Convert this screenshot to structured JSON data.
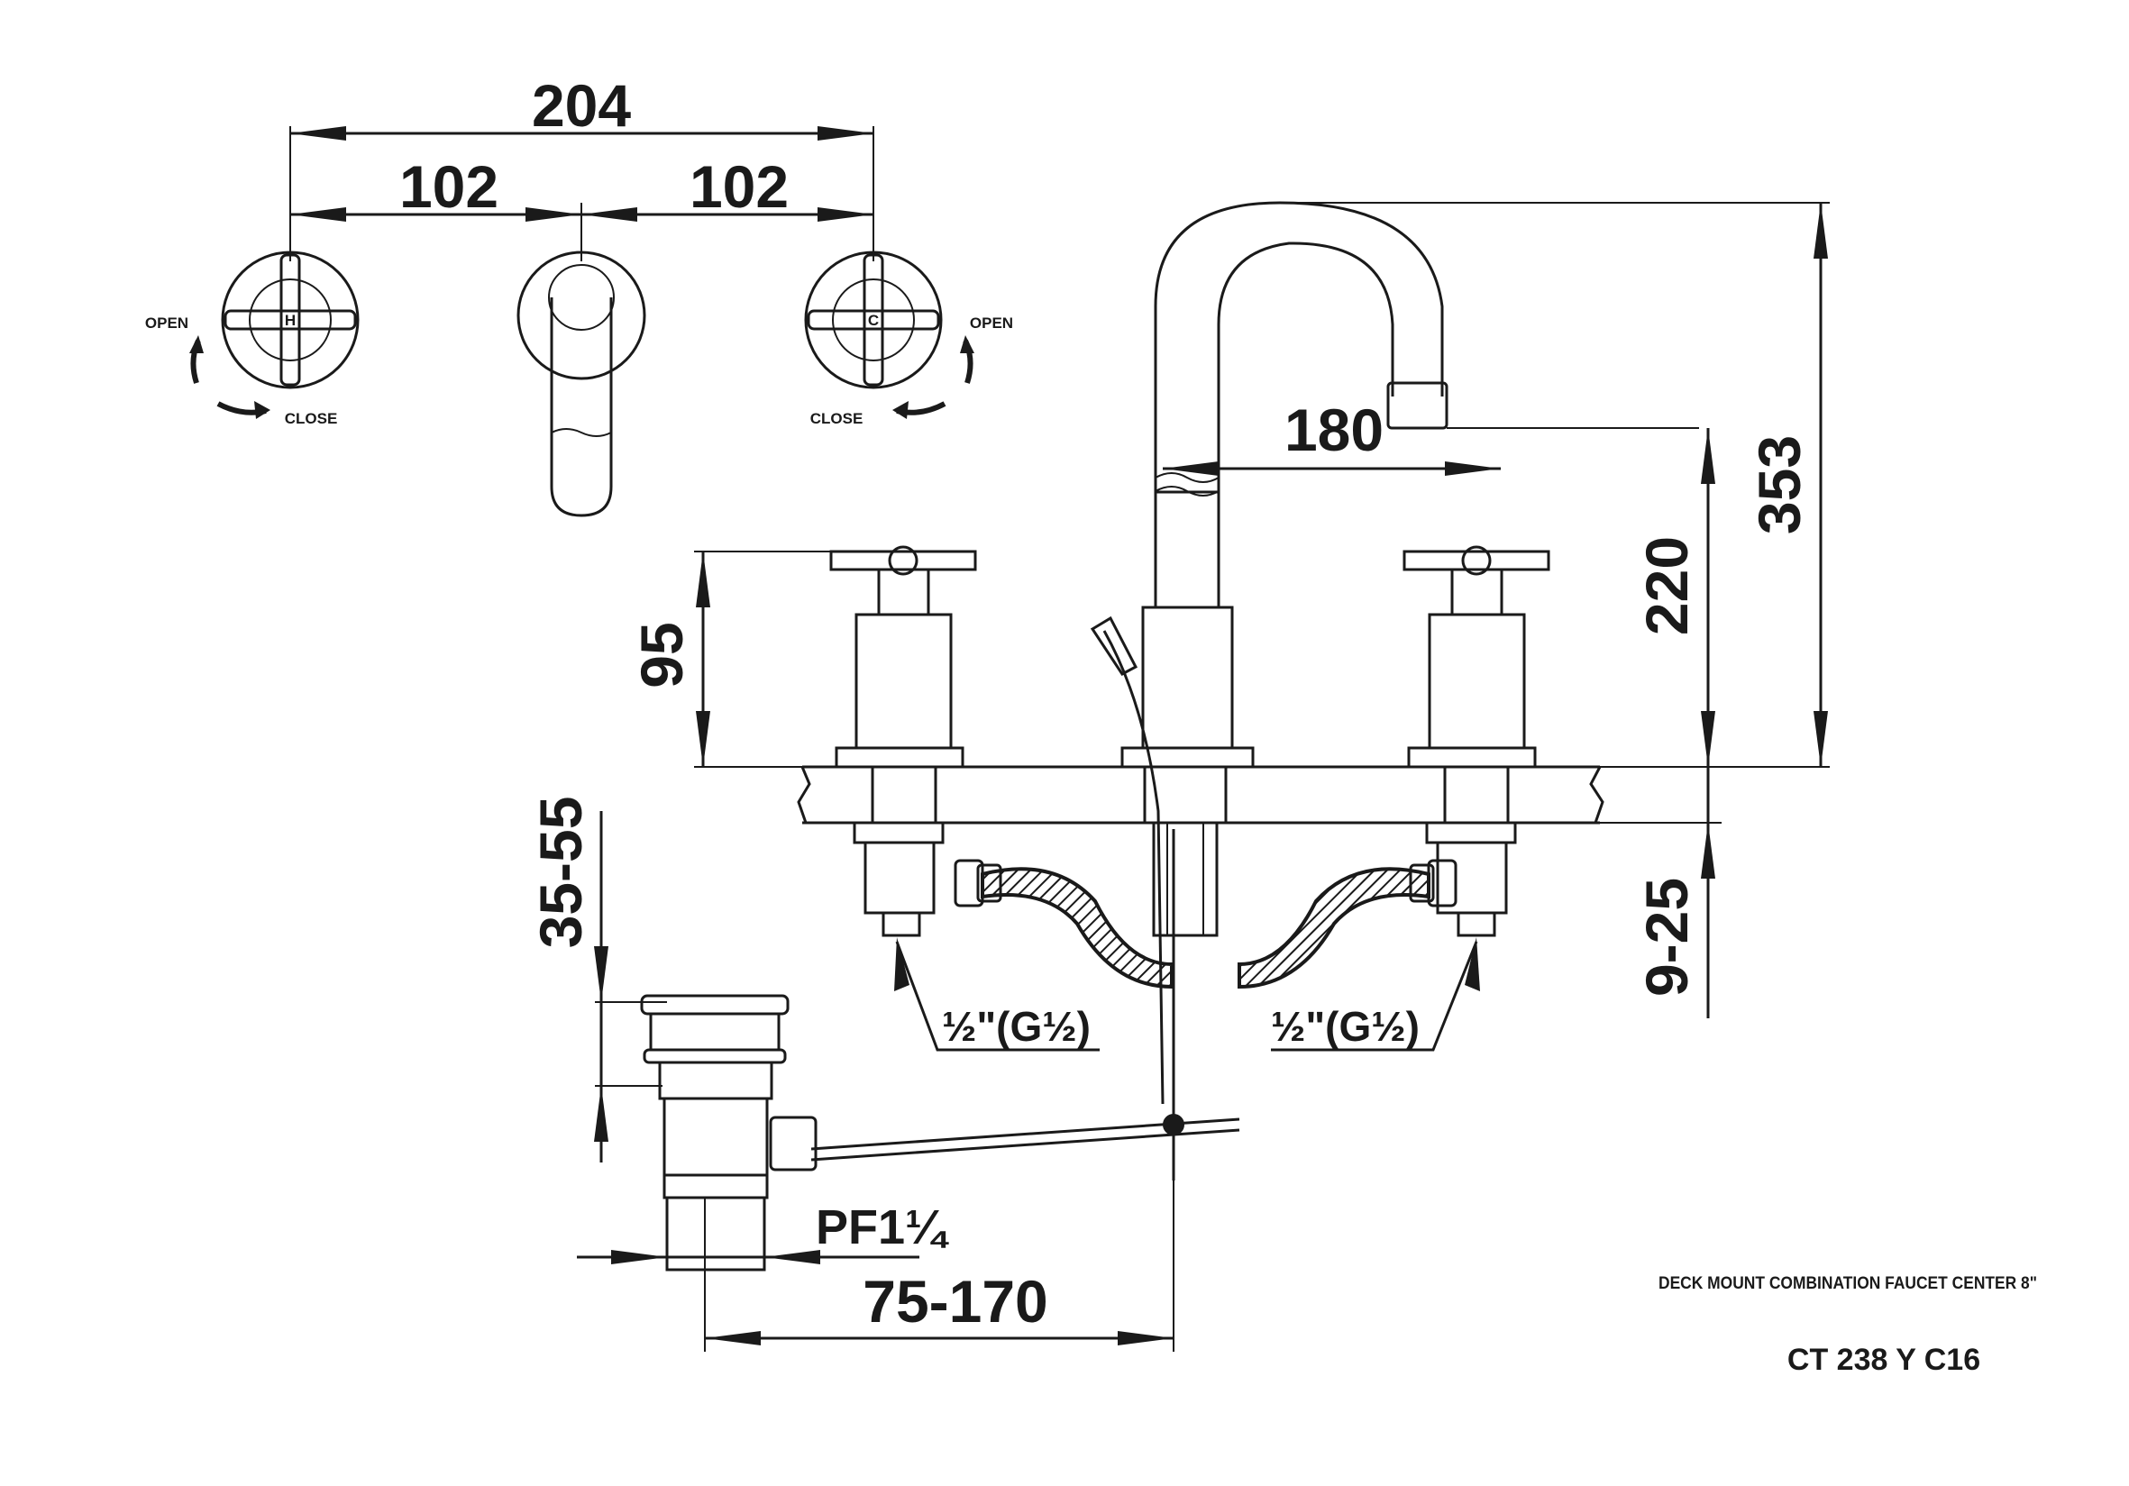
{
  "dimensions": {
    "overall_width": "204",
    "half_width_left": "102",
    "half_width_right": "102",
    "spout_reach": "180",
    "spout_height": "220",
    "total_height": "353",
    "handle_height": "95",
    "deck_thickness": "9-25",
    "drain_range": "35-55",
    "drain_offset": "75-170",
    "drain_thread": "PF1¼",
    "hose_thread_left": "½\"(G½)",
    "hose_thread_right": "½\"(G½)"
  },
  "handle_labels": {
    "left_open": "OPEN",
    "left_close": "CLOSE",
    "left_mark": "H",
    "right_open": "OPEN",
    "right_close": "CLOSE",
    "right_mark": "C"
  },
  "title_block": {
    "description": "DECK MOUNT COMBINATION FAUCET CENTER 8\"",
    "model": "CT 238 Y C16"
  }
}
